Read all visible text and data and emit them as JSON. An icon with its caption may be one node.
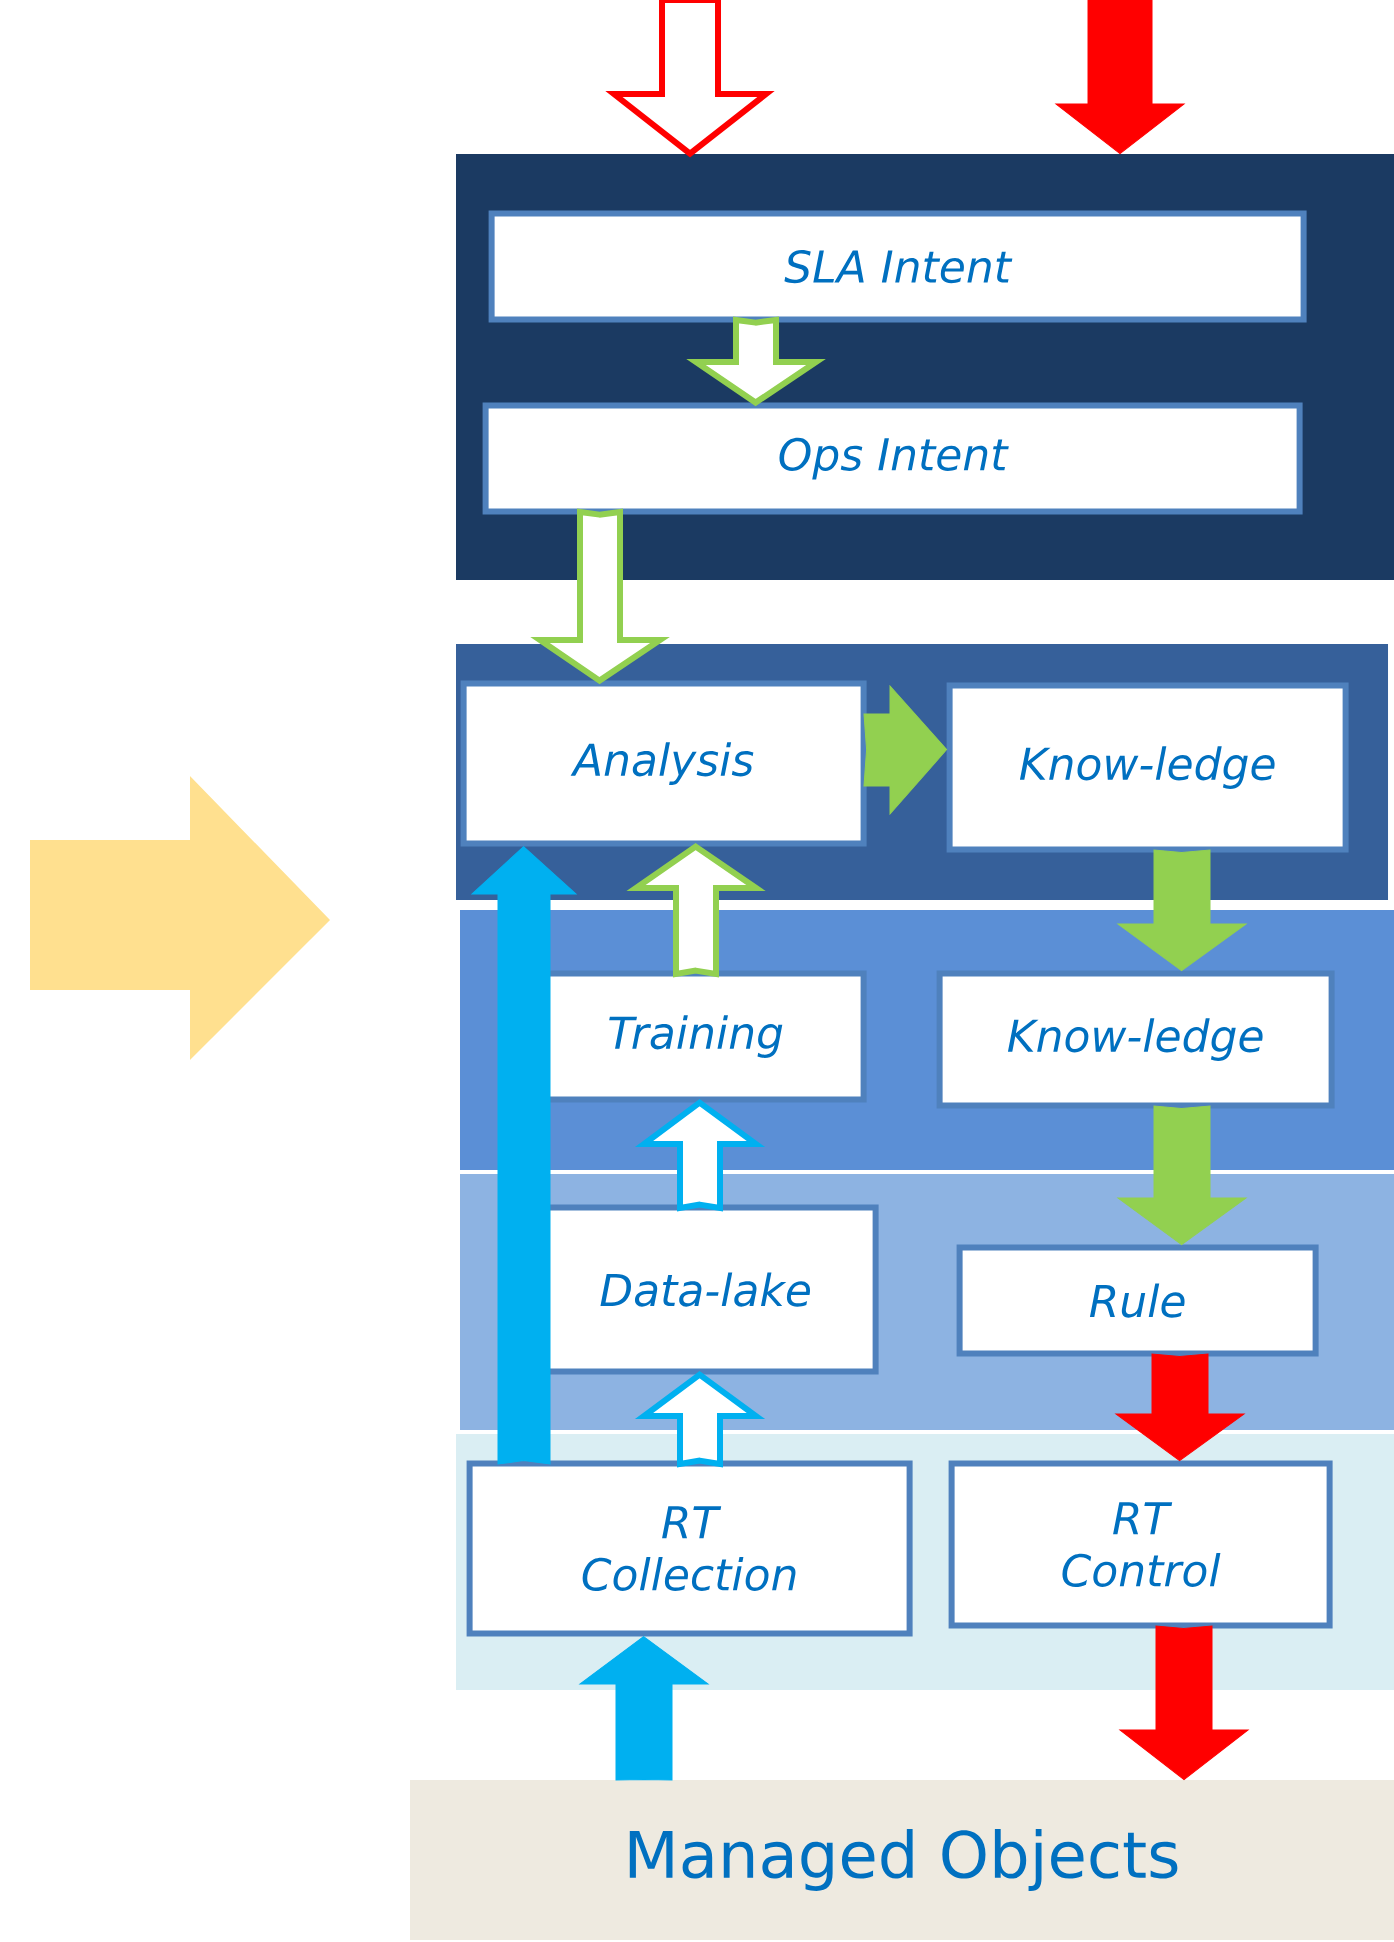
{
  "diagram": {
    "nodes": [
      {
        "text": [],
        "shape": "band"
      },
      {
        "text": [
          "SLA Intent"
        ],
        "in": 0
      },
      {
        "text": [
          "Ops Intent"
        ],
        "in": 0
      },
      {
        "text": [],
        "shape": "band"
      },
      {
        "text": [
          "Analysis"
        ],
        "in": 3
      },
      {
        "text": [
          "Know-ledge"
        ],
        "in": 3
      },
      {
        "text": [],
        "shape": "band"
      },
      {
        "text": [
          "Training"
        ],
        "in": 6
      },
      {
        "text": [
          "Know-ledge"
        ],
        "in": 6
      },
      {
        "text": [],
        "shape": "band"
      },
      {
        "text": [
          "Data-lake"
        ],
        "in": 9
      },
      {
        "text": [
          "Rule"
        ],
        "in": 9
      },
      {
        "text": [],
        "shape": "band"
      },
      {
        "text": [
          "RT Collection"
        ],
        "in": 12
      },
      {
        "text": [
          "RT Control"
        ],
        "in": 12
      },
      {
        "text": [
          "Managed Objects"
        ]
      }
    ],
    "edges": [
      {
        "from": null,
        "to": 0,
        "arrow": "to",
        "color": "#ff0000"
      },
      {
        "from": null,
        "to": 0,
        "arrow": "to",
        "style": "thick",
        "color": "#ff0000"
      },
      {
        "from": 1,
        "to": 2,
        "arrow": "to",
        "color": "#92d050"
      },
      {
        "from": 2,
        "to": 4,
        "arrow": "to",
        "color": "#92d050"
      },
      {
        "from": 4,
        "to": 5,
        "arrow": "to",
        "style": "thick",
        "color": "#92d050"
      },
      {
        "from": 5,
        "to": 8,
        "arrow": "to",
        "style": "thick",
        "color": "#92d050"
      },
      {
        "from": 8,
        "to": 11,
        "arrow": "to",
        "style": "thick",
        "color": "#92d050"
      },
      {
        "from": 11,
        "to": 14,
        "arrow": "to",
        "style": "thick",
        "color": "#ff0000"
      },
      {
        "from": 14,
        "to": 15,
        "arrow": "to",
        "style": "thick",
        "color": "#ff0000"
      },
      {
        "from": 15,
        "to": 13,
        "arrow": "to",
        "style": "thick",
        "color": "#00b0f0"
      },
      {
        "from": 13,
        "to": 10,
        "arrow": "to",
        "color": "#00b0f0"
      },
      {
        "from": 10,
        "to": 7,
        "arrow": "to",
        "color": "#00b0f0"
      },
      {
        "from": 7,
        "to": 4,
        "arrow": "to",
        "color": "#92d050"
      },
      {
        "from": 13,
        "to": 4,
        "arrow": "to",
        "style": "thick",
        "color": "#00b0f0"
      }
    ]
  }
}
